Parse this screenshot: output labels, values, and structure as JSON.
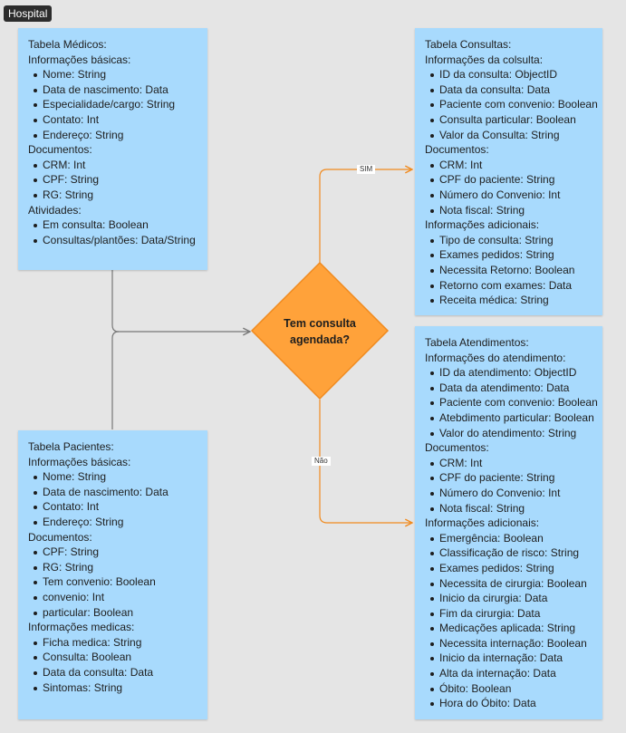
{
  "frame": {
    "label": "Hospital"
  },
  "decision": {
    "label_line1": "Tem consulta",
    "label_line2": "agendada?"
  },
  "edges": {
    "yes_label": "SIM",
    "no_label": "Não"
  },
  "colors": {
    "background": "#e5e5e5",
    "sticky_note": "#a8dafd",
    "decision_fill": "#ffa23a",
    "decision_stroke": "#f08a1e",
    "connector_orange": "#f08a1e",
    "connector_gray": "#777777"
  },
  "notes": {
    "medicos": {
      "lines": [
        {
          "text": "Tabela Médicos:",
          "kind": "heading"
        },
        {
          "text": "Informações básicas:",
          "kind": "heading"
        },
        {
          "text": "Nome: String",
          "kind": "bullet"
        },
        {
          "text": "Data de nascimento: Data",
          "kind": "bullet"
        },
        {
          "text": "Especialidade/cargo: String",
          "kind": "bullet"
        },
        {
          "text": "Contato: Int",
          "kind": "bullet"
        },
        {
          "text": "Endereço: String",
          "kind": "bullet"
        },
        {
          "text": "Documentos:",
          "kind": "heading"
        },
        {
          "text": "CRM: Int",
          "kind": "bullet"
        },
        {
          "text": "CPF: String",
          "kind": "bullet"
        },
        {
          "text": "RG: String",
          "kind": "bullet"
        },
        {
          "text": "Atividades:",
          "kind": "heading"
        },
        {
          "text": "Em consulta: Boolean",
          "kind": "bullet"
        },
        {
          "text": "Consultas/plantões: Data/String",
          "kind": "bullet"
        }
      ]
    },
    "pacientes": {
      "lines": [
        {
          "text": "Tabela Pacientes:",
          "kind": "heading"
        },
        {
          "text": "Informações básicas:",
          "kind": "heading"
        },
        {
          "text": "Nome: String",
          "kind": "bullet"
        },
        {
          "text": "Data de nascimento: Data",
          "kind": "bullet"
        },
        {
          "text": "Contato: Int",
          "kind": "bullet"
        },
        {
          "text": "Endereço: String",
          "kind": "bullet"
        },
        {
          "text": "Documentos:",
          "kind": "heading"
        },
        {
          "text": "CPF: String",
          "kind": "bullet"
        },
        {
          "text": "RG: String",
          "kind": "bullet"
        },
        {
          "text": "Tem convenio: Boolean",
          "kind": "bullet"
        },
        {
          "text": "convenio: Int",
          "kind": "bullet"
        },
        {
          "text": "particular: Boolean",
          "kind": "bullet"
        },
        {
          "text": "Informações medicas:",
          "kind": "heading"
        },
        {
          "text": "Ficha medica: String",
          "kind": "bullet"
        },
        {
          "text": "Consulta: Boolean",
          "kind": "bullet"
        },
        {
          "text": "Data da consulta: Data",
          "kind": "bullet"
        },
        {
          "text": "Sintomas: String",
          "kind": "bullet"
        }
      ]
    },
    "consultas": {
      "lines": [
        {
          "text": "Tabela Consultas:",
          "kind": "heading"
        },
        {
          "text": "Informações da colsulta:",
          "kind": "heading"
        },
        {
          "text": "ID da consulta: ObjectID",
          "kind": "bullet"
        },
        {
          "text": "Data da consulta: Data",
          "kind": "bullet"
        },
        {
          "text": "Paciente com convenio: Boolean",
          "kind": "bullet"
        },
        {
          "text": "Consulta particular: Boolean",
          "kind": "bullet"
        },
        {
          "text": "Valor da Consulta: String",
          "kind": "bullet"
        },
        {
          "text": "Documentos:",
          "kind": "heading"
        },
        {
          "text": "CRM: Int",
          "kind": "bullet"
        },
        {
          "text": "CPF do paciente: String",
          "kind": "bullet"
        },
        {
          "text": "Número do Convenio: Int",
          "kind": "bullet"
        },
        {
          "text": "Nota fiscal: String",
          "kind": "bullet"
        },
        {
          "text": "Informações adicionais:",
          "kind": "heading"
        },
        {
          "text": "Tipo de consulta: String",
          "kind": "bullet"
        },
        {
          "text": "Exames pedidos: String",
          "kind": "bullet"
        },
        {
          "text": "Necessita Retorno: Boolean",
          "kind": "bullet"
        },
        {
          "text": "Retorno com exames: Data",
          "kind": "bullet"
        },
        {
          "text": "Receita médica: String",
          "kind": "bullet"
        }
      ]
    },
    "atendimentos": {
      "lines": [
        {
          "text": "Tabela Atendimentos:",
          "kind": "heading"
        },
        {
          "text": "Informações do atendimento:",
          "kind": "heading"
        },
        {
          "text": "ID da atendimento: ObjectID",
          "kind": "bullet"
        },
        {
          "text": "Data da atendimento: Data",
          "kind": "bullet"
        },
        {
          "text": "Paciente com convenio: Boolean",
          "kind": "bullet"
        },
        {
          "text": "Atebdimento particular: Boolean",
          "kind": "bullet"
        },
        {
          "text": "Valor do atendimento: String",
          "kind": "bullet"
        },
        {
          "text": "Documentos:",
          "kind": "heading"
        },
        {
          "text": "CRM: Int",
          "kind": "bullet"
        },
        {
          "text": "CPF do paciente: String",
          "kind": "bullet"
        },
        {
          "text": "Número do Convenio: Int",
          "kind": "bullet"
        },
        {
          "text": "Nota fiscal: String",
          "kind": "bullet"
        },
        {
          "text": "Informações adicionais:",
          "kind": "heading"
        },
        {
          "text": "Emergência: Boolean",
          "kind": "bullet"
        },
        {
          "text": "Classificação de risco: String",
          "kind": "bullet"
        },
        {
          "text": "Exames pedidos: String",
          "kind": "bullet"
        },
        {
          "text": "Necessita de cirurgia: Boolean",
          "kind": "bullet"
        },
        {
          "text": "Inicio da cirurgia: Data",
          "kind": "bullet"
        },
        {
          "text": "Fim da cirurgia: Data",
          "kind": "bullet"
        },
        {
          "text": "Medicações aplicada: String",
          "kind": "bullet"
        },
        {
          "text": "Necessita internação: Boolean",
          "kind": "bullet"
        },
        {
          "text": "Inicio da internação: Data",
          "kind": "bullet"
        },
        {
          "text": "Alta da internação: Data",
          "kind": "bullet"
        },
        {
          "text": "Óbito: Boolean",
          "kind": "bullet"
        },
        {
          "text": "Hora do Óbito: Data",
          "kind": "bullet"
        }
      ]
    }
  }
}
